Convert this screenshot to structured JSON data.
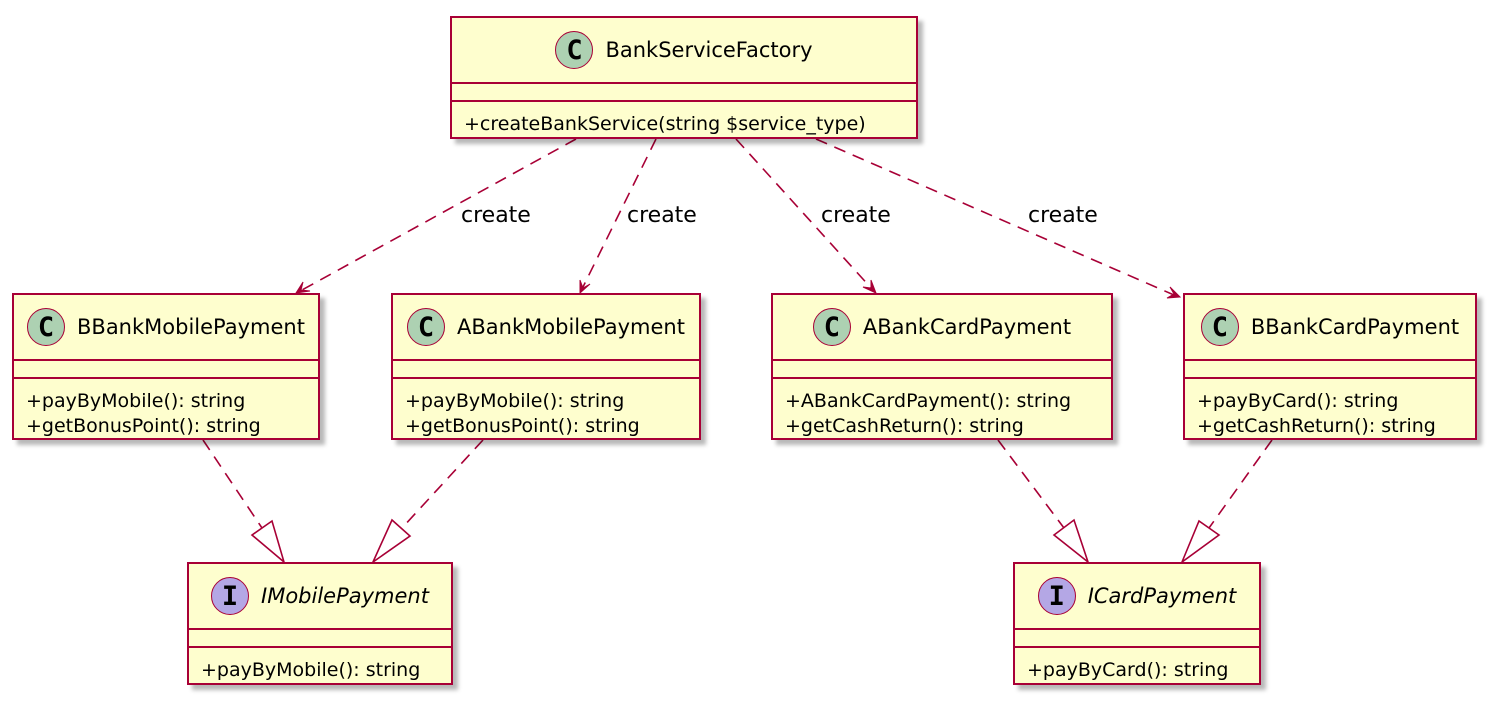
{
  "diagram": {
    "classes": [
      {
        "id": "factory",
        "stereotype": "C",
        "kind": "class",
        "name": "BankServiceFactory",
        "methods": [
          "+createBankService(string $service_type)"
        ]
      },
      {
        "id": "bbank-mobile",
        "stereotype": "C",
        "kind": "class",
        "name": "BBankMobilePayment",
        "methods": [
          "+payByMobile(): string",
          "+getBonusPoint(): string"
        ]
      },
      {
        "id": "abank-mobile",
        "stereotype": "C",
        "kind": "class",
        "name": "ABankMobilePayment",
        "methods": [
          "+payByMobile(): string",
          "+getBonusPoint(): string"
        ]
      },
      {
        "id": "abank-card",
        "stereotype": "C",
        "kind": "class",
        "name": "ABankCardPayment",
        "methods": [
          "+ABankCardPayment(): string",
          "+getCashReturn(): string"
        ]
      },
      {
        "id": "bbank-card",
        "stereotype": "C",
        "kind": "class",
        "name": "BBankCardPayment",
        "methods": [
          "+payByCard(): string",
          "+getCashReturn(): string"
        ]
      },
      {
        "id": "imobile",
        "stereotype": "I",
        "kind": "interface",
        "name": "IMobilePayment",
        "methods": [
          "+payByMobile(): string"
        ]
      },
      {
        "id": "icard",
        "stereotype": "I",
        "kind": "interface",
        "name": "ICardPayment",
        "methods": [
          "+payByCard(): string"
        ]
      }
    ],
    "relations": [
      {
        "id": "create-bbank-mobile",
        "from": "factory",
        "to": "bbank-mobile",
        "type": "dependency",
        "label": "create"
      },
      {
        "id": "create-abank-mobile",
        "from": "factory",
        "to": "abank-mobile",
        "type": "dependency",
        "label": "create"
      },
      {
        "id": "create-abank-card",
        "from": "factory",
        "to": "abank-card",
        "type": "dependency",
        "label": "create"
      },
      {
        "id": "create-bbank-card",
        "from": "factory",
        "to": "bbank-card",
        "type": "dependency",
        "label": "create"
      },
      {
        "id": "realize-bbank-mobile",
        "from": "bbank-mobile",
        "to": "imobile",
        "type": "realization",
        "label": ""
      },
      {
        "id": "realize-abank-mobile",
        "from": "abank-mobile",
        "to": "imobile",
        "type": "realization",
        "label": ""
      },
      {
        "id": "realize-abank-card",
        "from": "abank-card",
        "to": "icard",
        "type": "realization",
        "label": ""
      },
      {
        "id": "realize-bbank-card",
        "from": "bbank-card",
        "to": "icard",
        "type": "realization",
        "label": ""
      }
    ],
    "colors": {
      "box_fill": "#FEFECE",
      "border": "#A80036",
      "class_badge": "#ADD1B2",
      "interface_badge": "#B4A7E5"
    }
  }
}
